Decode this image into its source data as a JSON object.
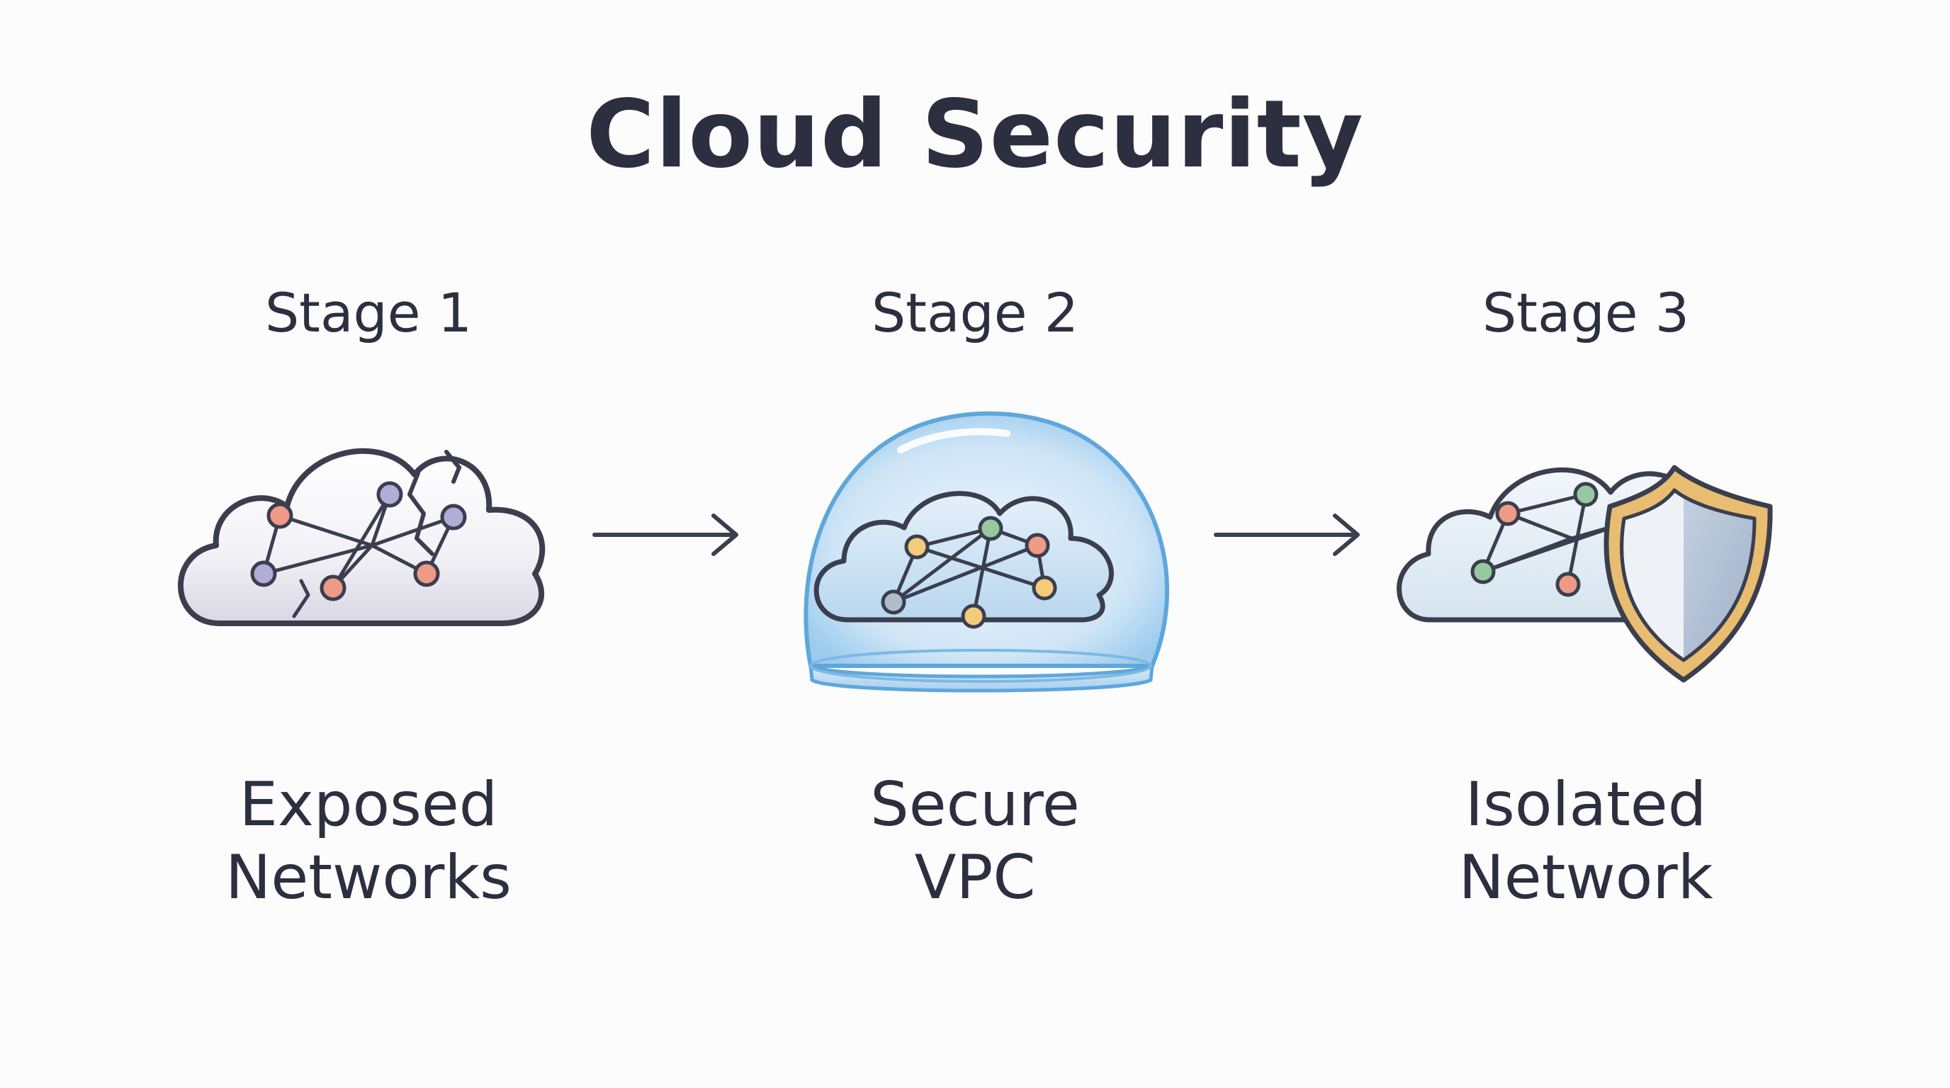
{
  "title": "Cloud Security",
  "stages": [
    {
      "label": "Stage 1",
      "caption_line1": "Exposed",
      "caption_line2": "Networks",
      "icon": "cracked-cloud-network-icon"
    },
    {
      "label": "Stage 2",
      "caption_line1": "Secure",
      "caption_line2": "VPC",
      "icon": "domed-cloud-network-icon"
    },
    {
      "label": "Stage 3",
      "caption_line1": "Isolated",
      "caption_line2": "Network",
      "icon": "shielded-cloud-network-icon"
    }
  ],
  "arrows": [
    "arrow-right-icon",
    "arrow-right-icon"
  ],
  "colors": {
    "text": "#2b2f3f",
    "outline": "#3a3e4e",
    "node_salmon": "#ef9a86",
    "node_purple": "#b2acd8",
    "node_yellow": "#f2cc78",
    "node_green": "#97c9a1",
    "dome_blue": "#5ea7dc",
    "shield_gold": "#e8bd72",
    "shield_fill": "#b8c6d8"
  }
}
